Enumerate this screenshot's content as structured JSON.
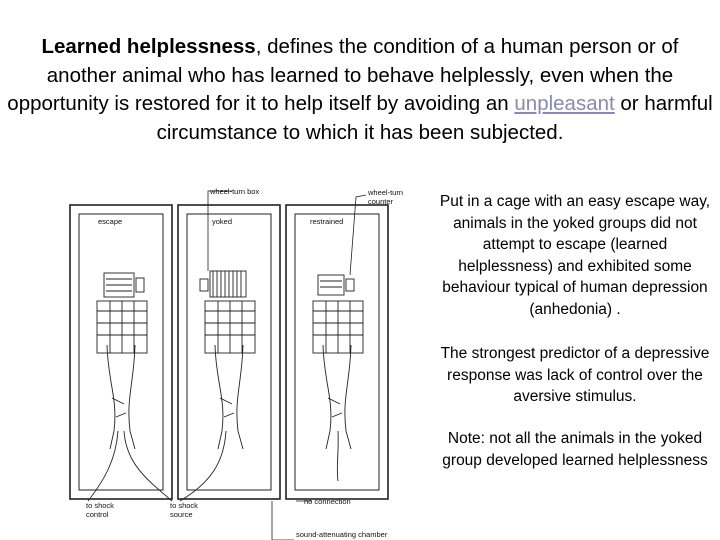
{
  "headline": {
    "term": "Learned helplessness",
    "part1": ", defines the condition of a human person or of another animal who has learned to behave helplessly, even when the opportunity is restored for it to help itself by avoiding an ",
    "link": "unpleasant",
    "part2": " or harmful circumstance to which it has been subjected."
  },
  "figure": {
    "labels": {
      "wheel_turn_box": "wheel-turn box",
      "wheel_turn_counter_1": "wheel-turn",
      "wheel_turn_counter_2": "counter",
      "escape": "escape",
      "yoked": "yoked",
      "restrained": "restrained",
      "to_shock_control_1": "to shock",
      "to_shock_control_2": "control",
      "to_shock_source_1": "to shock",
      "to_shock_source_2": "source",
      "no_connection": "no connection",
      "sound_chamber": "sound-attenuating chamber"
    }
  },
  "side": {
    "p1": "Put in a cage with an easy escape way, animals in the yoked groups did not attempt to escape (learned helplessness) and exhibited some behaviour typical of human depression (anhedonia) .",
    "p2": "The strongest predictor of a depressive response was lack of control over the aversive stimulus.",
    "p3": "Note: not all the animals in the yoked group developed learned helplessness"
  }
}
